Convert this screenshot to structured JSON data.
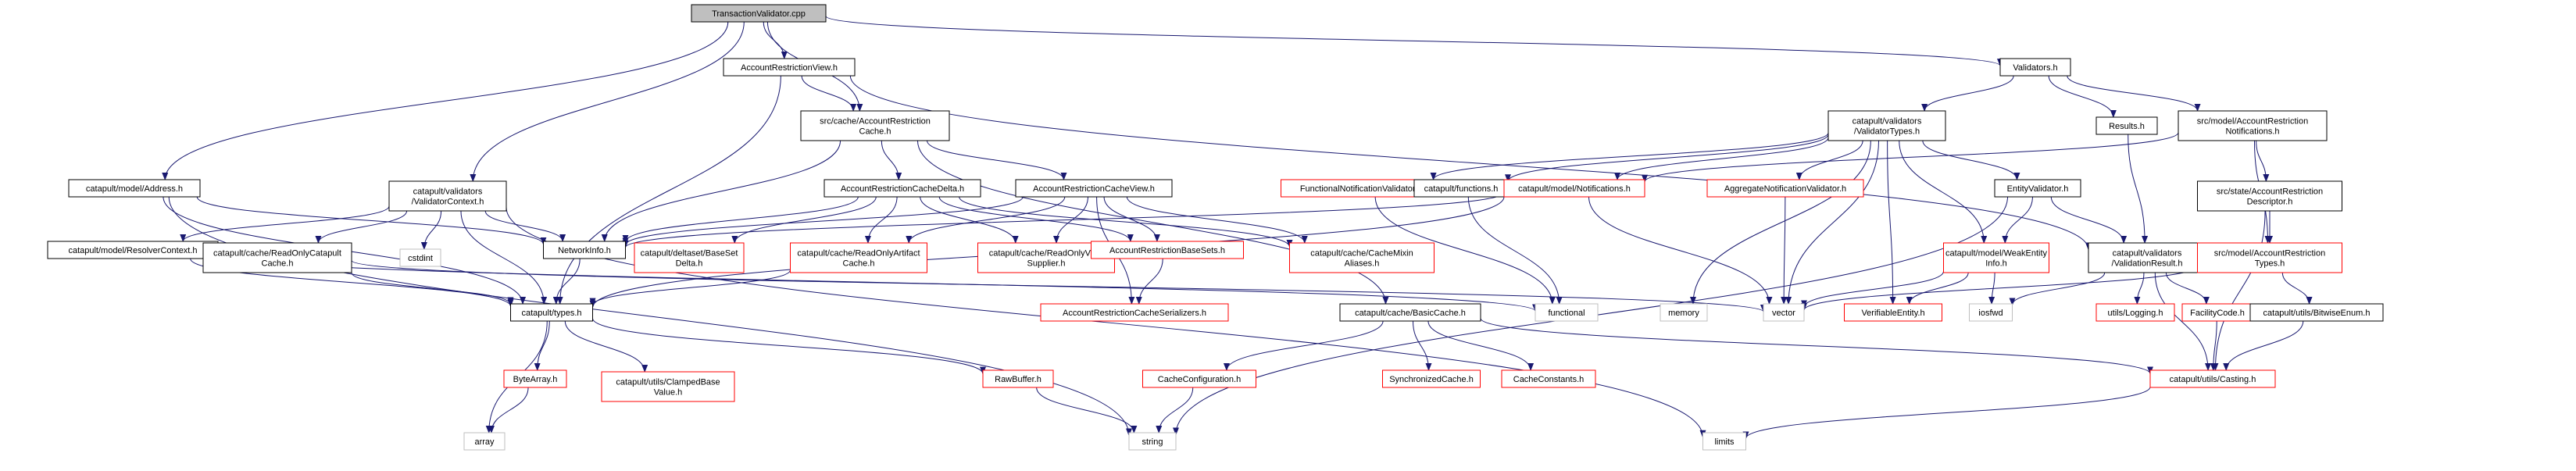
{
  "graph": {
    "colors": {
      "edge": "#191970",
      "node_border": "#000000",
      "missing_border": "#ff0000",
      "external_border": "#bfbfbf",
      "root_fill": "#bfbfbf",
      "text": "#000000"
    },
    "nodes": [
      {
        "id": "tv",
        "lines": [
          "TransactionValidator.cpp"
        ],
        "kind": "root"
      },
      {
        "id": "arv",
        "lines": [
          "AccountRestrictionView.h"
        ],
        "kind": "normal"
      },
      {
        "id": "val",
        "lines": [
          "Validators.h"
        ],
        "kind": "normal"
      },
      {
        "id": "arc",
        "lines": [
          "src/cache/AccountRestriction",
          "Cache.h"
        ],
        "kind": "normal"
      },
      {
        "id": "vt",
        "lines": [
          "catapult/validators",
          "/ValidatorTypes.h"
        ],
        "kind": "normal"
      },
      {
        "id": "res",
        "lines": [
          "Results.h"
        ],
        "kind": "normal"
      },
      {
        "id": "arn",
        "lines": [
          "src/model/AccountRestriction",
          "Notifications.h"
        ],
        "kind": "normal"
      },
      {
        "id": "addr",
        "lines": [
          "catapult/model/Address.h"
        ],
        "kind": "normal"
      },
      {
        "id": "vctx",
        "lines": [
          "catapult/validators",
          "/ValidatorContext.h"
        ],
        "kind": "normal"
      },
      {
        "id": "arcd",
        "lines": [
          "AccountRestrictionCacheDelta.h"
        ],
        "kind": "normal"
      },
      {
        "id": "arcv",
        "lines": [
          "AccountRestrictionCacheView.h"
        ],
        "kind": "normal"
      },
      {
        "id": "fnv",
        "lines": [
          "FunctionalNotificationValidator.h"
        ],
        "kind": "missing"
      },
      {
        "id": "cfun",
        "lines": [
          "catapult/functions.h"
        ],
        "kind": "normal"
      },
      {
        "id": "mnot",
        "lines": [
          "catapult/model/Notifications.h"
        ],
        "kind": "missing"
      },
      {
        "id": "anv",
        "lines": [
          "AggregateNotificationValidator.h"
        ],
        "kind": "missing"
      },
      {
        "id": "ev",
        "lines": [
          "EntityValidator.h"
        ],
        "kind": "normal"
      },
      {
        "id": "sard",
        "lines": [
          "src/state/AccountRestriction",
          "Descriptor.h"
        ],
        "kind": "normal"
      },
      {
        "id": "rctx",
        "lines": [
          "catapult/model/ResolverContext.h"
        ],
        "kind": "normal"
      },
      {
        "id": "roc",
        "lines": [
          "catapult/cache/ReadOnlyCatapult",
          "Cache.h"
        ],
        "kind": "normal"
      },
      {
        "id": "cstdint",
        "lines": [
          "cstdint"
        ],
        "kind": "external"
      },
      {
        "id": "ni",
        "lines": [
          "NetworkInfo.h"
        ],
        "kind": "normal"
      },
      {
        "id": "dbs",
        "lines": [
          "catapult/deltaset/BaseSet",
          "Delta.h"
        ],
        "kind": "missing"
      },
      {
        "id": "roa",
        "lines": [
          "catapult/cache/ReadOnlyArtifact",
          "Cache.h"
        ],
        "kind": "missing"
      },
      {
        "id": "rov",
        "lines": [
          "catapult/cache/ReadOnlyView",
          "Supplier.h"
        ],
        "kind": "missing"
      },
      {
        "id": "arbs",
        "lines": [
          "AccountRestrictionBaseSets.h"
        ],
        "kind": "missing"
      },
      {
        "id": "cma",
        "lines": [
          "catapult/cache/CacheMixin",
          "Aliases.h"
        ],
        "kind": "missing"
      },
      {
        "id": "mwe",
        "lines": [
          "catapult/model/WeakEntity",
          "Info.h"
        ],
        "kind": "missing"
      },
      {
        "id": "vres",
        "lines": [
          "catapult/validators",
          "/ValidationResult.h"
        ],
        "kind": "normal"
      },
      {
        "id": "mart",
        "lines": [
          "src/model/AccountRestriction",
          "Types.h"
        ],
        "kind": "missing"
      },
      {
        "id": "types",
        "lines": [
          "catapult/types.h"
        ],
        "kind": "normal"
      },
      {
        "id": "functional",
        "lines": [
          "functional"
        ],
        "kind": "external"
      },
      {
        "id": "memory",
        "lines": [
          "memory"
        ],
        "kind": "external"
      },
      {
        "id": "vector",
        "lines": [
          "vector"
        ],
        "kind": "external"
      },
      {
        "id": "verif",
        "lines": [
          "VerifiableEntity.h"
        ],
        "kind": "missing"
      },
      {
        "id": "iosfwd",
        "lines": [
          "iosfwd"
        ],
        "kind": "external"
      },
      {
        "id": "log",
        "lines": [
          "utils/Logging.h"
        ],
        "kind": "missing"
      },
      {
        "id": "fcode",
        "lines": [
          "FacilityCode.h"
        ],
        "kind": "missing"
      },
      {
        "id": "bitenum",
        "lines": [
          "catapult/utils/BitwiseEnum.h"
        ],
        "kind": "normal"
      },
      {
        "id": "arcs",
        "lines": [
          "AccountRestrictionCacheSerializers.h"
        ],
        "kind": "missing"
      },
      {
        "id": "bcache",
        "lines": [
          "catapult/cache/BasicCache.h"
        ],
        "kind": "normal"
      },
      {
        "id": "barr",
        "lines": [
          "ByteArray.h"
        ],
        "kind": "missing"
      },
      {
        "id": "clamp",
        "lines": [
          "catapult/utils/ClampedBase",
          "Value.h"
        ],
        "kind": "missing"
      },
      {
        "id": "rawb",
        "lines": [
          "RawBuffer.h"
        ],
        "kind": "missing"
      },
      {
        "id": "ccfg",
        "lines": [
          "CacheConfiguration.h"
        ],
        "kind": "missing"
      },
      {
        "id": "sync",
        "lines": [
          "SynchronizedCache.h"
        ],
        "kind": "missing"
      },
      {
        "id": "cconst",
        "lines": [
          "CacheConstants.h"
        ],
        "kind": "missing"
      },
      {
        "id": "cast",
        "lines": [
          "catapult/utils/Casting.h"
        ],
        "kind": "missing"
      },
      {
        "id": "array",
        "lines": [
          "array"
        ],
        "kind": "external"
      },
      {
        "id": "string",
        "lines": [
          "string"
        ],
        "kind": "external"
      },
      {
        "id": "limits",
        "lines": [
          "limits"
        ],
        "kind": "external"
      }
    ],
    "edges": [
      [
        "tv",
        "arv"
      ],
      [
        "tv",
        "val"
      ],
      [
        "tv",
        "arc"
      ],
      [
        "tv",
        "addr"
      ],
      [
        "tv",
        "vctx"
      ],
      [
        "arv",
        "arc"
      ],
      [
        "arv",
        "types"
      ],
      [
        "arv",
        "vres"
      ],
      [
        "val",
        "vt"
      ],
      [
        "val",
        "res"
      ],
      [
        "val",
        "arn"
      ],
      [
        "arc",
        "arcd"
      ],
      [
        "arc",
        "arcv"
      ],
      [
        "arc",
        "ni"
      ],
      [
        "arc",
        "bcache"
      ],
      [
        "vt",
        "fnv"
      ],
      [
        "vt",
        "cfun"
      ],
      [
        "vt",
        "mnot"
      ],
      [
        "vt",
        "anv"
      ],
      [
        "vt",
        "ev"
      ],
      [
        "vt",
        "mwe"
      ],
      [
        "vt",
        "memory"
      ],
      [
        "vt",
        "vector"
      ],
      [
        "vt",
        "verif"
      ],
      [
        "res",
        "vres"
      ],
      [
        "arn",
        "mnot"
      ],
      [
        "arn",
        "sard"
      ],
      [
        "arn",
        "mart"
      ],
      [
        "addr",
        "ni"
      ],
      [
        "addr",
        "types"
      ],
      [
        "addr",
        "string"
      ],
      [
        "vctx",
        "rctx"
      ],
      [
        "vctx",
        "roc"
      ],
      [
        "vctx",
        "cstdint"
      ],
      [
        "vctx",
        "ni"
      ],
      [
        "vctx",
        "types"
      ],
      [
        "vctx",
        "limits"
      ],
      [
        "arcd",
        "ni"
      ],
      [
        "arcd",
        "dbs"
      ],
      [
        "arcd",
        "roa"
      ],
      [
        "arcd",
        "rov"
      ],
      [
        "arcd",
        "arbs"
      ],
      [
        "arcd",
        "cma"
      ],
      [
        "arcv",
        "ni"
      ],
      [
        "arcv",
        "roa"
      ],
      [
        "arcv",
        "rov"
      ],
      [
        "arcv",
        "arbs"
      ],
      [
        "arcv",
        "cma"
      ],
      [
        "arcv",
        "arcs"
      ],
      [
        "fnv",
        "functional"
      ],
      [
        "cfun",
        "functional"
      ],
      [
        "mnot",
        "types"
      ],
      [
        "mnot",
        "vector"
      ],
      [
        "mnot",
        "ni"
      ],
      [
        "anv",
        "vector"
      ],
      [
        "ev",
        "vres"
      ],
      [
        "ev",
        "mwe"
      ],
      [
        "ev",
        "string"
      ],
      [
        "sard",
        "mart"
      ],
      [
        "sard",
        "cast"
      ],
      [
        "rctx",
        "types"
      ],
      [
        "rctx",
        "functional"
      ],
      [
        "roc",
        "types"
      ],
      [
        "roc",
        "vector"
      ],
      [
        "ni",
        "types"
      ],
      [
        "roa",
        "types"
      ],
      [
        "arbs",
        "arcs"
      ],
      [
        "mwe",
        "verif"
      ],
      [
        "mwe",
        "iosfwd"
      ],
      [
        "mwe",
        "vector"
      ],
      [
        "vres",
        "iosfwd"
      ],
      [
        "vres",
        "log"
      ],
      [
        "vres",
        "fcode"
      ],
      [
        "vres",
        "cast"
      ],
      [
        "mart",
        "bitenum"
      ],
      [
        "mart",
        "vector"
      ],
      [
        "types",
        "array"
      ],
      [
        "types",
        "barr"
      ],
      [
        "types",
        "clamp"
      ],
      [
        "types",
        "rawb"
      ],
      [
        "bitenum",
        "cast"
      ],
      [
        "bcache",
        "ccfg"
      ],
      [
        "bcache",
        "sync"
      ],
      [
        "bcache",
        "cconst"
      ],
      [
        "bcache",
        "cast"
      ],
      [
        "barr",
        "array"
      ],
      [
        "rawb",
        "string"
      ],
      [
        "ccfg",
        "string"
      ],
      [
        "fcode",
        "cast"
      ],
      [
        "cast",
        "limits"
      ]
    ]
  }
}
